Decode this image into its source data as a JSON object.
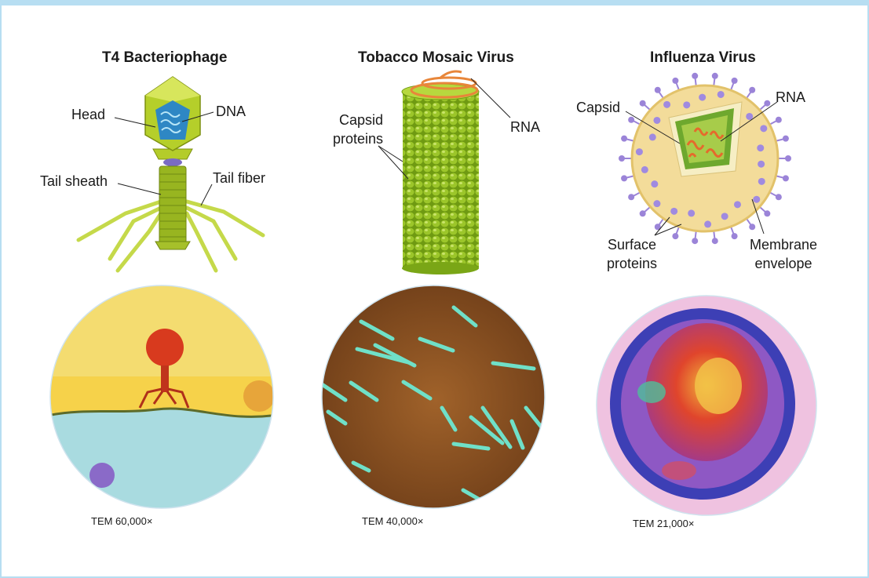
{
  "colors": {
    "frame": "#b7def2",
    "phage_green": "#a9c61c",
    "tmv_green": "#8fbf1f",
    "rna_orange": "#e8863a",
    "flu_envelope": "#f3dc9a",
    "spike_purple": "#9b84d8"
  },
  "panels": [
    {
      "title": "T4 Bacteriophage",
      "labels": {
        "head": "Head",
        "dna": "DNA",
        "tail_sheath": "Tail sheath",
        "tail_fiber": "Tail fiber"
      },
      "micrograph_caption": "TEM 60,000×"
    },
    {
      "title": "Tobacco Mosaic Virus",
      "labels": {
        "capsid_proteins_line1": "Capsid",
        "capsid_proteins_line2": "proteins",
        "rna": "RNA"
      },
      "micrograph_caption": "TEM 40,000×"
    },
    {
      "title": "Influenza Virus",
      "labels": {
        "capsid": "Capsid",
        "rna": "RNA",
        "surface_proteins_line1": "Surface",
        "surface_proteins_line2": "proteins",
        "membrane_envelope_line1": "Membrane",
        "membrane_envelope_line2": "envelope"
      },
      "micrograph_caption": "TEM 21,000×"
    }
  ]
}
